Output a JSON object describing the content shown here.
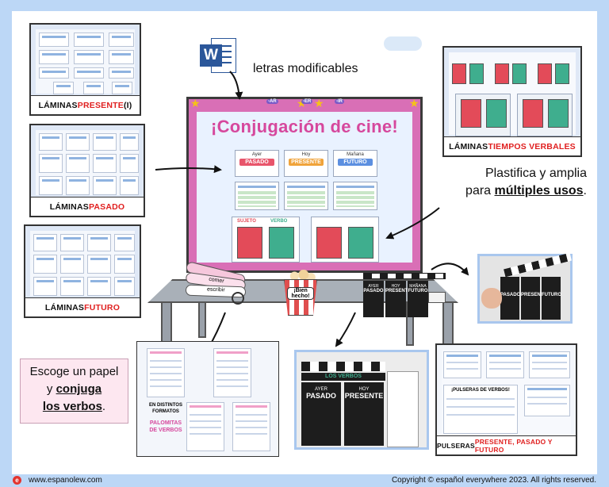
{
  "sheets": {
    "presente": {
      "prefix": "LÁMINAS ",
      "accent": "PRESENTE",
      "suffix": " (I)"
    },
    "pasado": {
      "prefix": "LÁMINAS ",
      "accent": "PASADO"
    },
    "futuro": {
      "prefix": "LÁMINAS ",
      "accent": "FUTURO"
    },
    "tiempos": {
      "prefix": "LÁMINAS ",
      "accent": "TIEMPOS VERBALES"
    },
    "pulseras": {
      "prefix": "PULSERAS ",
      "accent": "PRESENTE, PASADO Y FUTURO"
    }
  },
  "word_label": "letras modificables",
  "board": {
    "title": "¡Conjugación de cine!",
    "cards": [
      {
        "day": "Ayer",
        "tense": "PASADO",
        "color": "#e8556b"
      },
      {
        "day": "Hoy",
        "tense": "PRESENTE",
        "color": "#f0a33a"
      },
      {
        "day": "Mañana",
        "tense": "FUTURO",
        "color": "#5c8fe0"
      }
    ],
    "badges": [
      "-AR",
      "-ER",
      "-IR"
    ],
    "boxes": [
      "SUJETO",
      "VERBO"
    ]
  },
  "plastifica": {
    "line1": "Plastifica y amplia",
    "line2_prefix": "para ",
    "line2_emph": "múltiples usos",
    "line2_suffix": "."
  },
  "escoge": {
    "line1": "Escoge un papel",
    "line2_prefix": "y ",
    "line2_emph": "conjuga",
    "line3_emph": "los verbos",
    "line3_suffix": "."
  },
  "popcorn_label": "¡Bien hecho!",
  "fan_labels": [
    "comer",
    "escribir"
  ],
  "palomitas": {
    "line1": "EN DISTINTOS",
    "line2": "FORMATOS",
    "title1": "PALOMITAS",
    "title2": "DE VERBOS"
  },
  "clapper": {
    "top": "LOS VERBOS",
    "cards": [
      {
        "day": "AYER",
        "tense": "PASADO"
      },
      {
        "day": "HOY",
        "tense": "PRESENTE"
      }
    ]
  },
  "small_clapper": {
    "cards": [
      {
        "day": "AYER",
        "tense": "PASADO"
      },
      {
        "day": "HOY",
        "tense": "PRESENTE"
      },
      {
        "day": "MAÑANA",
        "tense": "FUTURO"
      }
    ]
  },
  "pulseras_title": "¡PULSERAS DE VERBOS!",
  "footer": {
    "site": "www.espanolew.com",
    "copyright": "Copyright © español everywhere 2023. All rights reserved."
  },
  "colors": {
    "pink": "#d96fb6",
    "red": "#e02020",
    "bg": "#bcd7f6"
  }
}
